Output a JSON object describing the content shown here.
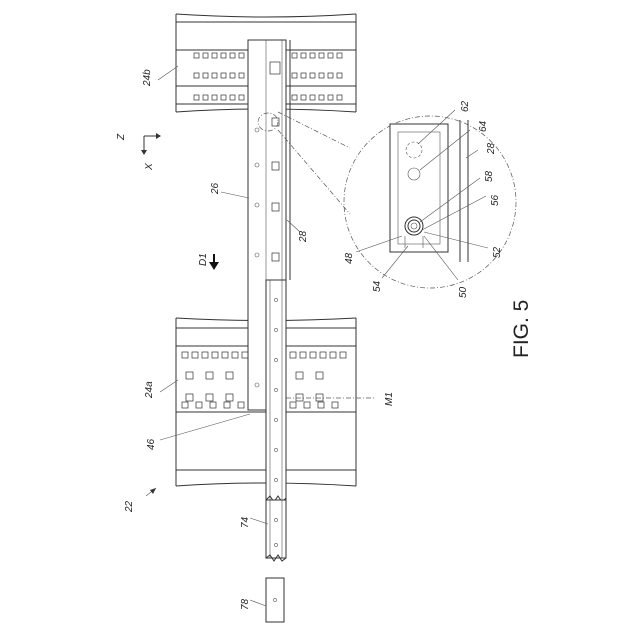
{
  "figure": {
    "title": "FIG. 5",
    "reference_labels": {
      "n22": "22",
      "n24a": "24a",
      "n24b": "24b",
      "n26": "26",
      "n28_main": "28",
      "n28_detail": "28",
      "n46": "46",
      "n48": "48",
      "n50": "50",
      "n52": "52",
      "n54": "54",
      "n56": "56",
      "n58": "58",
      "n62": "62",
      "n64": "64",
      "n74": "74",
      "n78": "78",
      "m1": "M1",
      "d1": "D1"
    },
    "axes": {
      "z": "Z",
      "x": "X"
    }
  }
}
